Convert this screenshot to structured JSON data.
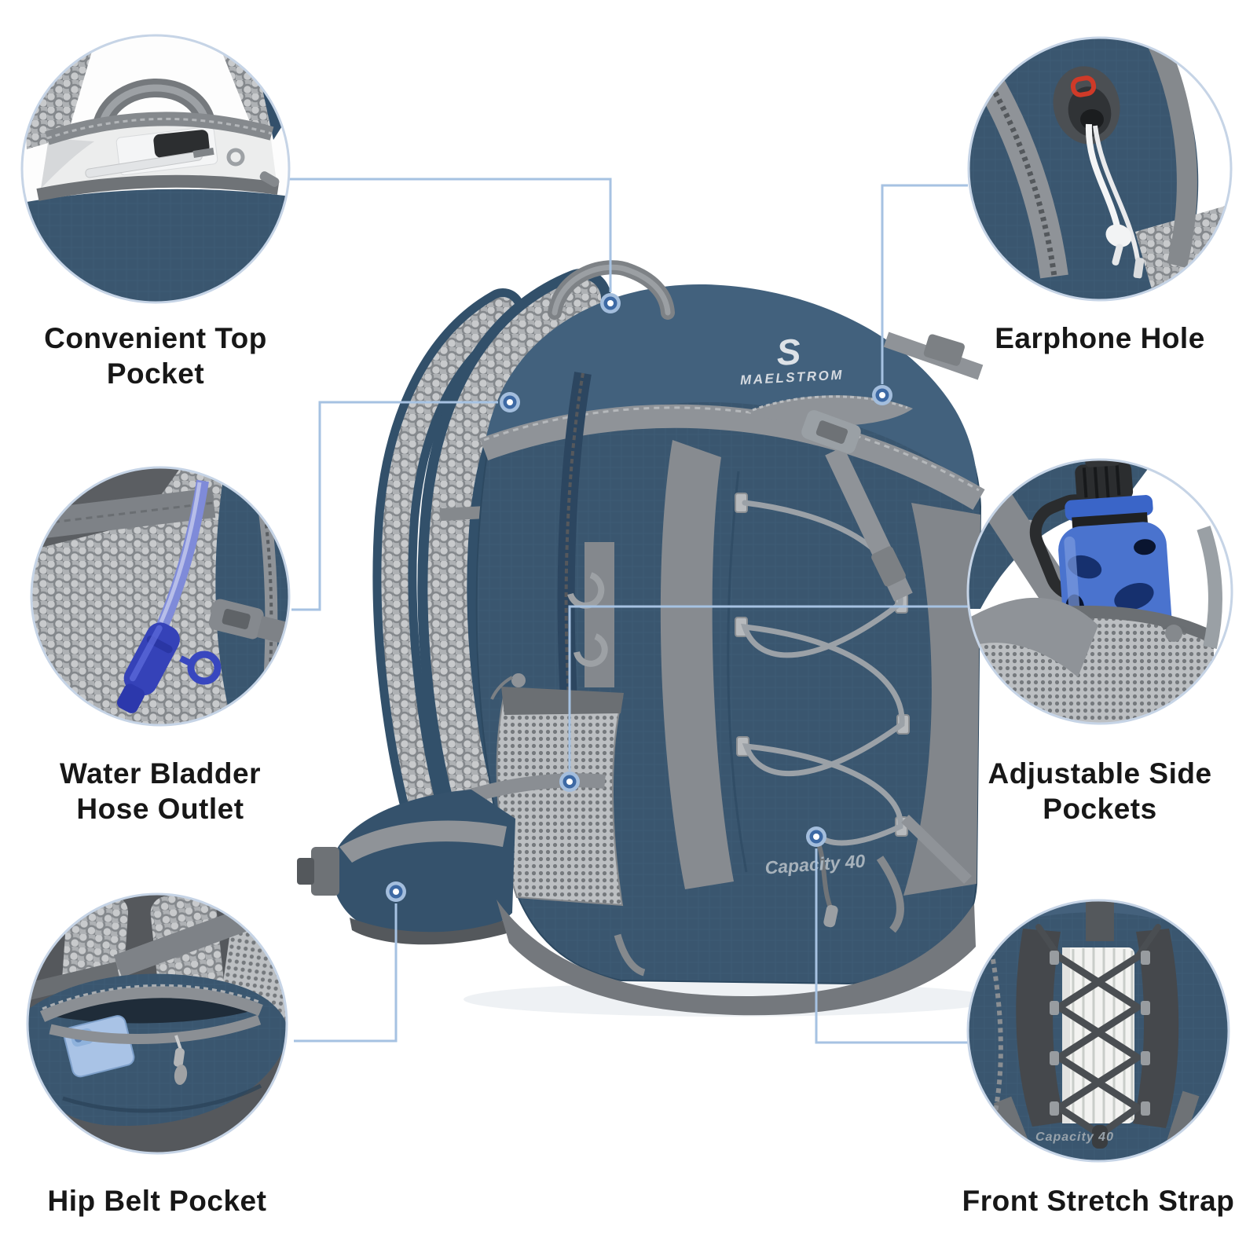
{
  "page": {
    "background_color": "#ffffff"
  },
  "product": {
    "brand_logo_glyph": "S",
    "brand_name": "MAELSTROM",
    "capacity_label": "Capacity 40"
  },
  "callouts": [
    {
      "id": "convenient-top-pocket",
      "lines": [
        "Convenient Top",
        "Pocket"
      ]
    },
    {
      "id": "earphone-hole",
      "lines": [
        "Earphone Hole"
      ]
    },
    {
      "id": "water-bladder-hose-outlet",
      "lines": [
        "Water Bladder",
        "Hose Outlet"
      ]
    },
    {
      "id": "adjustable-side-pockets",
      "lines": [
        "Adjustable Side",
        "Pockets"
      ]
    },
    {
      "id": "hip-belt-pocket",
      "lines": [
        "Hip Belt Pocket"
      ]
    },
    {
      "id": "front-stretch-strap",
      "lines": [
        "Front Stretch Strap"
      ]
    }
  ],
  "colors": {
    "connector_line": "#a6c2e2",
    "callout_ring": "#c6d4e6",
    "marker_outer": "#a4bedd",
    "marker_inner": "#3d69a4",
    "marker_center": "#ffffff",
    "label_text": "#171717",
    "backpack_navy": "#3a566f",
    "backpack_gray": "#8f9398",
    "hose_blue": "#3542b8",
    "bottle_blue": "#4a73ce",
    "phone_blue": "#a9c3e6",
    "earphone_port_accent": "#cf3a28",
    "towel_white": "#f3f3f1"
  }
}
